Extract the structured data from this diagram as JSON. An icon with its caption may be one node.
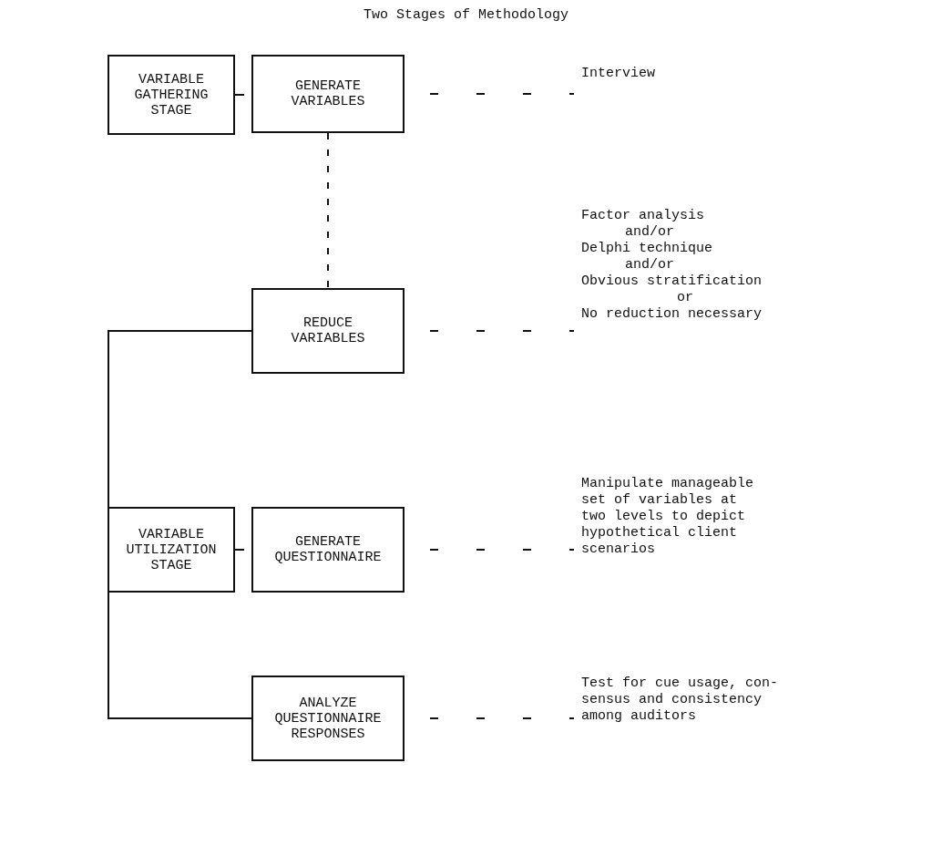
{
  "diagram": {
    "title": "Two Stages of Methodology",
    "nodes": [
      {
        "text": [
          "VARIABLE GATHERING STAGE"
        ]
      },
      {
        "text": [
          "GENERATE VARIABLES"
        ]
      },
      {
        "text": [
          "Interview"
        ]
      },
      {
        "text": [
          "REDUCE VARIABLES"
        ]
      },
      {
        "text": [
          "Factor analysis",
          "and/or",
          "Delphi technique",
          "and/or",
          "Obvious stratification",
          "or",
          "No reduction necessary"
        ]
      },
      {
        "text": [
          "VARIABLE UTILIZATION STAGE"
        ]
      },
      {
        "text": [
          "GENERATE QUESTIONNAIRE"
        ]
      },
      {
        "text": [
          "Manipulate manageable set of variables at two levels to depict hypothetical client scenarios"
        ]
      },
      {
        "text": [
          "ANALYZE QUESTIONNAIRE RESPONSES"
        ]
      },
      {
        "text": [
          "Test for cue usage, con-sensus and consistency among auditors"
        ]
      }
    ],
    "edges": [
      {
        "from": 0,
        "to": 1,
        "arrow": "none"
      },
      {
        "from": 1,
        "to": 2,
        "arrow": "none",
        "style": "dashed"
      },
      {
        "from": 1,
        "to": 3,
        "arrow": "none",
        "style": "dashed"
      },
      {
        "from": 3,
        "to": 4,
        "arrow": "none",
        "style": "dashed"
      },
      {
        "from": 5,
        "to": 3,
        "arrow": "none"
      },
      {
        "from": 5,
        "to": 6,
        "arrow": "none"
      },
      {
        "from": 6,
        "to": 7,
        "arrow": "none",
        "style": "dashed"
      },
      {
        "from": 5,
        "to": 8,
        "arrow": "none"
      },
      {
        "from": 8,
        "to": 9,
        "arrow": "none",
        "style": "dashed"
      }
    ]
  }
}
